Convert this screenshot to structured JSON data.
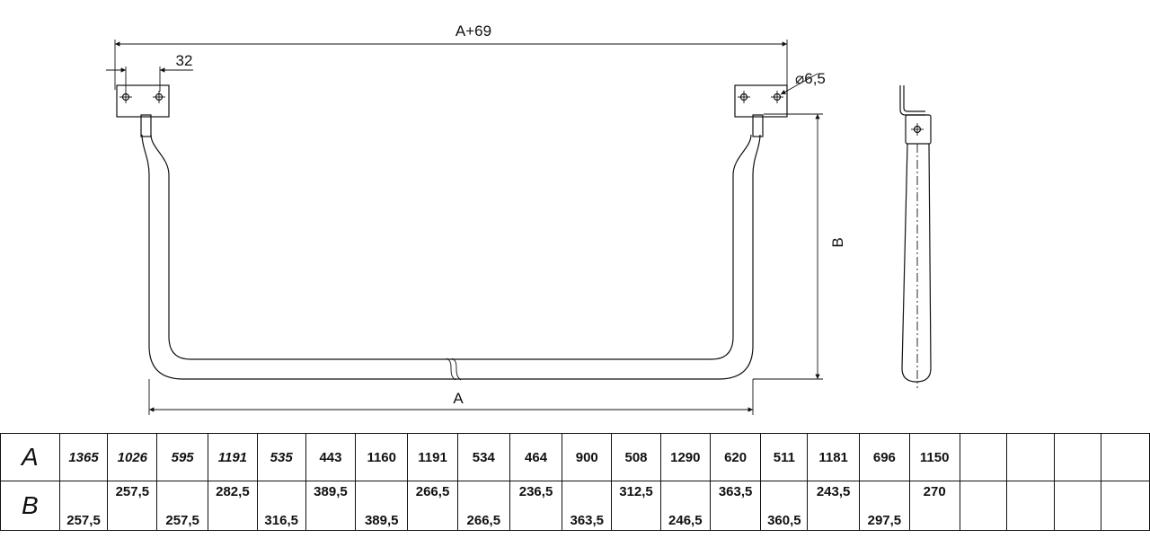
{
  "drawing": {
    "dimensions": {
      "top_width": "A+69",
      "plate_width": "32",
      "hole_diameter": "⌀6,5",
      "height": "B",
      "bottom_width": "A"
    }
  },
  "table": {
    "row_labels": [
      "A",
      "B"
    ],
    "columns": [
      {
        "a": "1365",
        "b": "257,5",
        "b_pos": "bottom",
        "italic": true
      },
      {
        "a": "1026",
        "b": "257,5",
        "b_pos": "top",
        "italic": true
      },
      {
        "a": "595",
        "b": "257,5",
        "b_pos": "bottom",
        "italic": true
      },
      {
        "a": "1191",
        "b": "282,5",
        "b_pos": "top",
        "italic": true
      },
      {
        "a": "535",
        "b": "316,5",
        "b_pos": "bottom",
        "italic": true
      },
      {
        "a": "443",
        "b": "389,5",
        "b_pos": "top",
        "italic": false
      },
      {
        "a": "1160",
        "b": "389,5",
        "b_pos": "bottom",
        "italic": false
      },
      {
        "a": "1191",
        "b": "266,5",
        "b_pos": "top",
        "italic": false
      },
      {
        "a": "534",
        "b": "266,5",
        "b_pos": "bottom",
        "italic": false
      },
      {
        "a": "464",
        "b": "236,5",
        "b_pos": "top",
        "italic": false
      },
      {
        "a": "900",
        "b": "363,5",
        "b_pos": "bottom",
        "italic": false
      },
      {
        "a": "508",
        "b": "312,5",
        "b_pos": "top",
        "italic": false
      },
      {
        "a": "1290",
        "b": "246,5",
        "b_pos": "bottom",
        "italic": false
      },
      {
        "a": "620",
        "b": "363,5",
        "b_pos": "top",
        "italic": false
      },
      {
        "a": "511",
        "b": "360,5",
        "b_pos": "bottom",
        "italic": false
      },
      {
        "a": "1181",
        "b": "243,5",
        "b_pos": "top",
        "italic": false
      },
      {
        "a": "696",
        "b": "297,5",
        "b_pos": "bottom",
        "italic": false
      },
      {
        "a": "1150",
        "b": "270",
        "b_pos": "top",
        "italic": false
      },
      {
        "a": "",
        "b": "",
        "b_pos": "top",
        "italic": false
      },
      {
        "a": "",
        "b": "",
        "b_pos": "top",
        "italic": false
      },
      {
        "a": "",
        "b": "",
        "b_pos": "top",
        "italic": false
      },
      {
        "a": "",
        "b": "",
        "b_pos": "top",
        "italic": false
      }
    ]
  }
}
